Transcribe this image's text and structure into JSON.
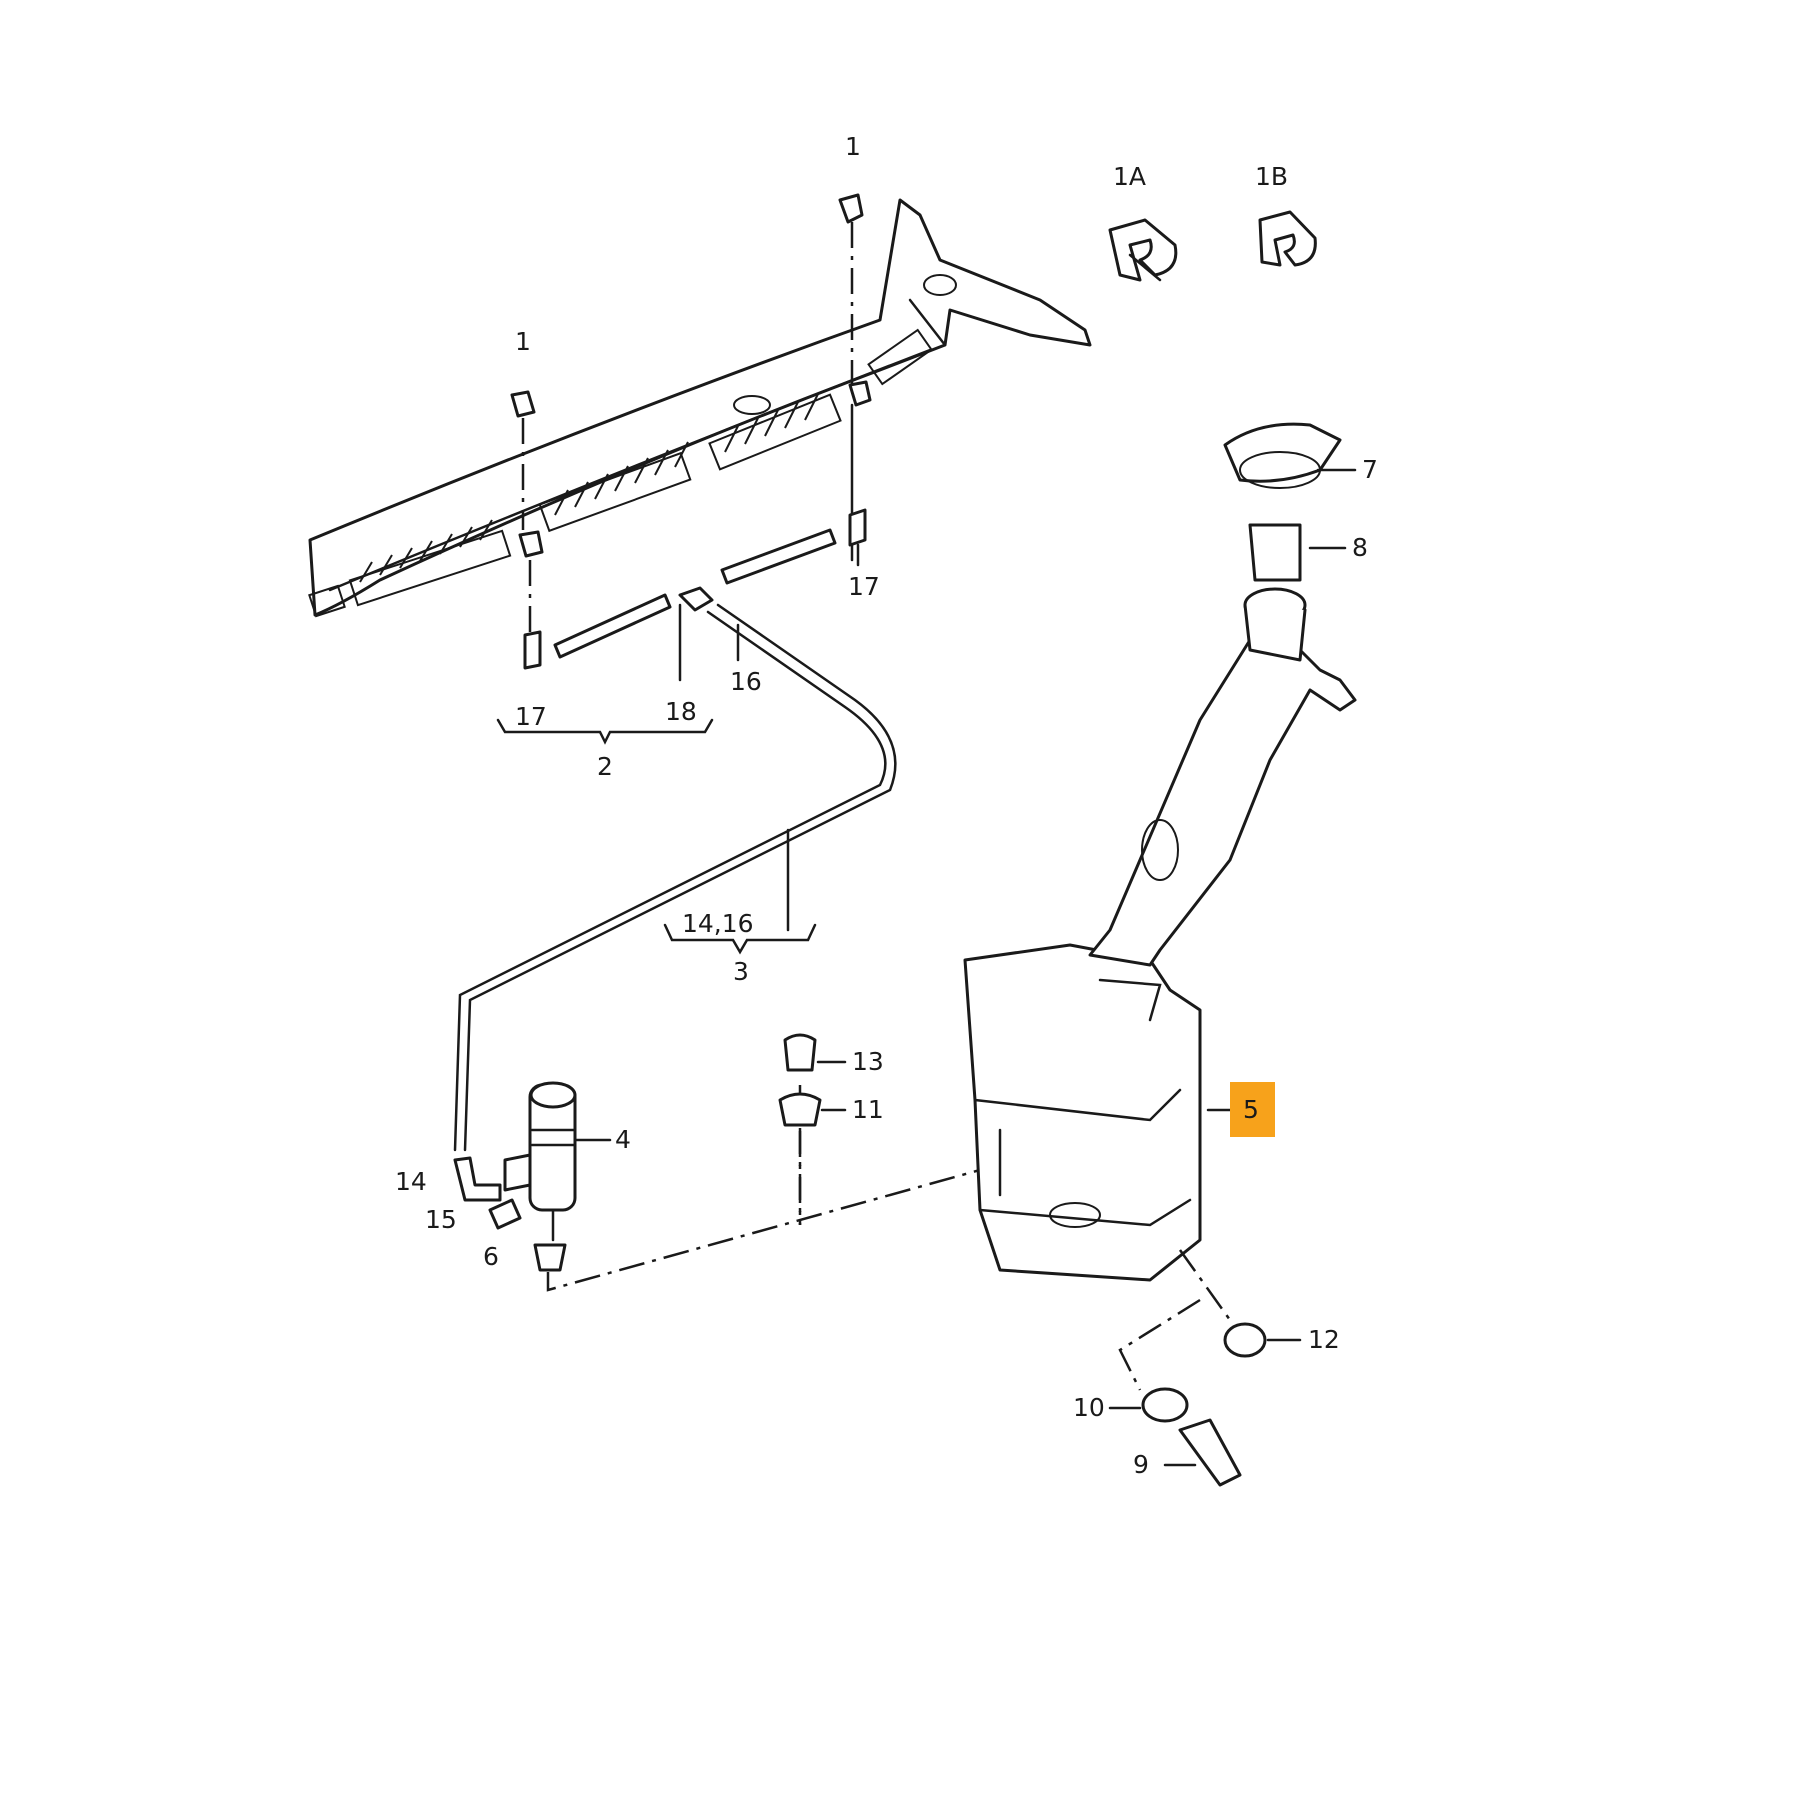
{
  "colors": {
    "ink": "#1a1a1a",
    "highlight": "#f7a21b",
    "background": "#ffffff"
  },
  "highlighted_callout": "5",
  "callouts": {
    "c1_top": "1",
    "c1_left": "1",
    "c1a": "1A",
    "c1b": "1B",
    "c2": "2",
    "c3": "3",
    "c4": "4",
    "c5": "5",
    "c6": "6",
    "c7": "7",
    "c8": "8",
    "c9": "9",
    "c10": "10",
    "c11": "11",
    "c12": "12",
    "c13": "13",
    "c14": "14",
    "c14_16": "14,16",
    "c15": "15",
    "c16": "16",
    "c17_left": "17",
    "c17_right": "17",
    "c18": "18"
  }
}
